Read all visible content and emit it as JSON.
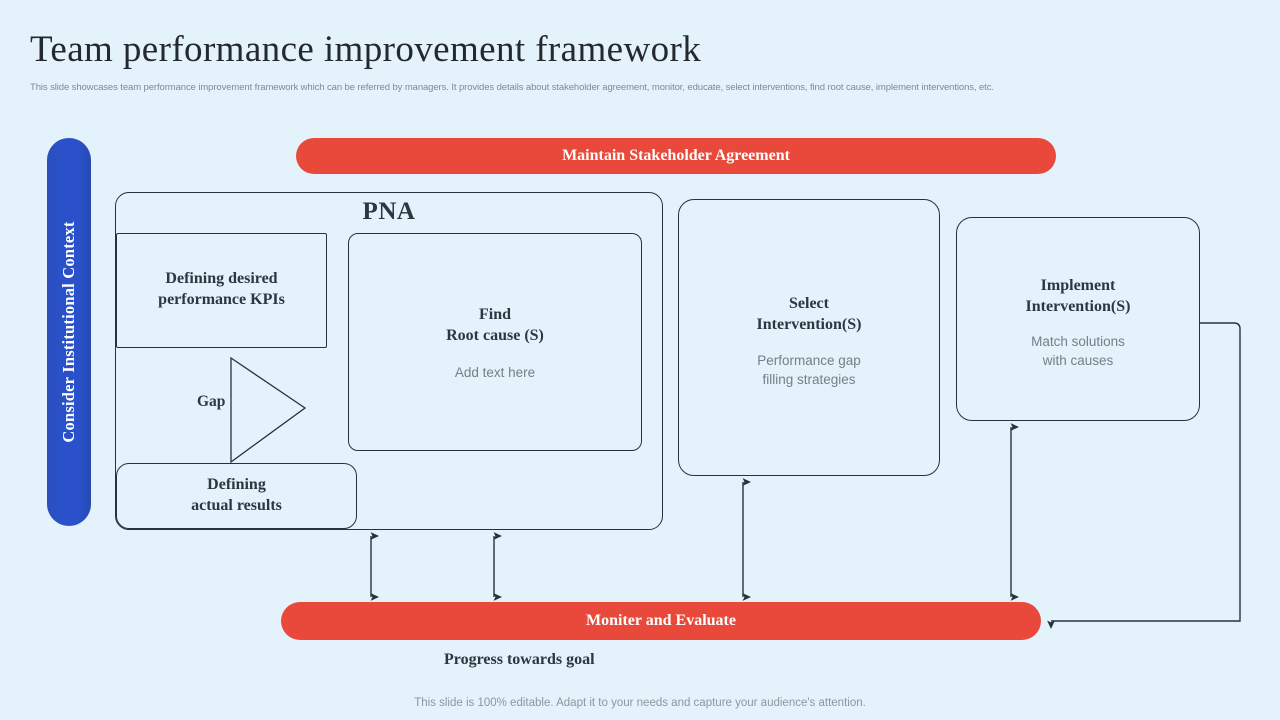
{
  "slide": {
    "title": "Team performance improvement framework",
    "subtitle": "This slide showcases team performance improvement framework which can be referred by managers. It provides details about stakeholder agreement, monitor, educate, select interventions, find root cause, implement  interventions, etc.",
    "footer": "This slide is 100% editable. Adapt it to your needs and capture your audience's attention.",
    "background_color": "#e3f2fb"
  },
  "context_pill": {
    "label": "Consider Institutional Context",
    "color": "#2a51c9",
    "text_color": "#ffffff"
  },
  "banners": {
    "top": {
      "label": "Maintain Stakeholder Agreement",
      "color": "#e8493a",
      "text_color": "#ffffff"
    },
    "bottom": {
      "label": "Moniter and Evaluate",
      "color": "#e8493a",
      "text_color": "#ffffff"
    }
  },
  "pna": {
    "title": "PNA",
    "kpi_box": {
      "line1": "Defining desired",
      "line2": "performance KPIs"
    },
    "actual_box": {
      "line1": "Defining",
      "line2": "actual results"
    },
    "gap_label": "Gap",
    "root_cause_box": {
      "line1": "Find",
      "line2": "Root cause (S)",
      "placeholder": "Add text here"
    }
  },
  "select_intervention": {
    "line1": "Select",
    "line2": "Intervention(S)",
    "sub_line1": "Performance gap",
    "sub_line2": "filling strategies"
  },
  "implement_intervention": {
    "line1": "Implement",
    "line2": "Intervention(S)",
    "sub_line1": "Match solutions",
    "sub_line2": "with causes"
  },
  "progress": {
    "label": "Progress towards goal"
  },
  "connector_color": "#27333c"
}
